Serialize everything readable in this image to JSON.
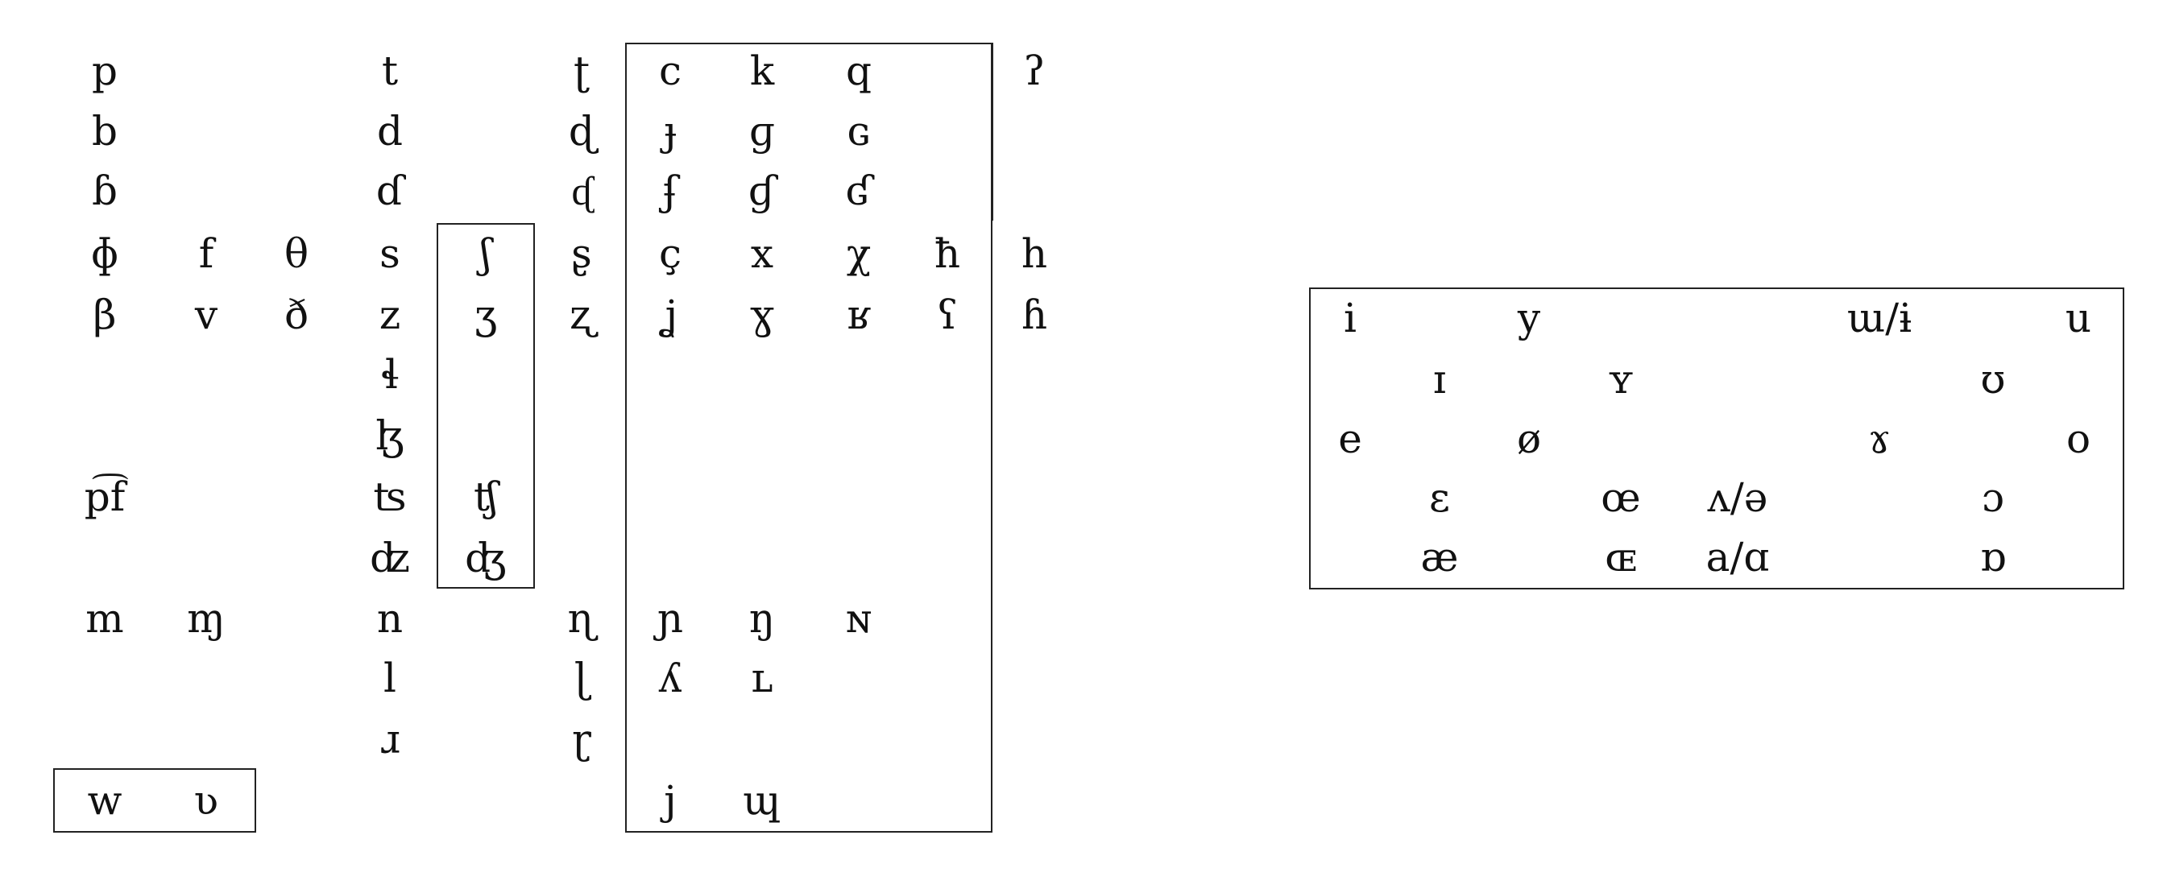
{
  "consonant_chart": {
    "rows": [
      {
        "cells": [
          "p",
          "",
          "",
          "t",
          "",
          "ʈ",
          "c",
          "k",
          "q",
          "",
          "ʔ"
        ]
      },
      {
        "cells": [
          "b",
          "",
          "",
          "d",
          "",
          "ɖ",
          "ɟ",
          "ɡ",
          "ɢ",
          "",
          ""
        ]
      },
      {
        "cells": [
          "ɓ",
          "",
          "",
          "ɗ",
          "",
          "ᶑ",
          "ʄ",
          "ɠ",
          "ʛ",
          "",
          ""
        ]
      },
      {
        "cells": [
          "ɸ",
          "f",
          "θ",
          "s",
          "ʃ",
          "ʂ",
          "ç",
          "x",
          "χ",
          "ħ",
          "h"
        ]
      },
      {
        "cells": [
          "β",
          "v",
          "ð",
          "z",
          "ʒ",
          "ʐ",
          "ʝ",
          "ɣ",
          "ʁ",
          "ʕ",
          "ɦ"
        ]
      },
      {
        "cells": [
          "",
          "",
          "",
          "ɬ",
          "",
          "",
          "",
          "",
          "",
          "",
          ""
        ]
      },
      {
        "cells": [
          "",
          "",
          "",
          "ɮ",
          "",
          "",
          "",
          "",
          "",
          "",
          ""
        ]
      },
      {
        "cells": [
          "p͡f",
          "",
          "",
          "ʦ",
          "ʧ",
          "",
          "",
          "",
          "",
          "",
          ""
        ]
      },
      {
        "cells": [
          "",
          "",
          "",
          "ʣ",
          "ʤ",
          "",
          "",
          "",
          "",
          "",
          ""
        ]
      },
      {
        "cells": [
          "m",
          "ɱ",
          "",
          "n",
          "",
          "ɳ",
          "ɲ",
          "ŋ",
          "ɴ",
          "",
          ""
        ]
      },
      {
        "cells": [
          "",
          "",
          "",
          "l",
          "",
          "ɭ",
          "ʎ",
          "ʟ",
          "",
          "",
          ""
        ]
      },
      {
        "cells": [
          "",
          "",
          "",
          "ɹ",
          "",
          "ɽ",
          "",
          "",
          "",
          "",
          ""
        ]
      },
      {
        "cells": [
          "w",
          "ʋ",
          "",
          "",
          "",
          "",
          "j",
          "ɰ",
          "",
          "",
          ""
        ]
      }
    ]
  },
  "vowel_chart": {
    "rows": [
      {
        "cells": [
          "i",
          "",
          "y",
          "",
          "ɯ/ɨ",
          "",
          "u"
        ]
      },
      {
        "cells": [
          "",
          "ɪ",
          "ʏ",
          "",
          "",
          "ʊ",
          ""
        ]
      },
      {
        "cells": [
          "e",
          "",
          "ø",
          "",
          "ɤ",
          "",
          "o"
        ]
      },
      {
        "cells": [
          "",
          "ɛ",
          "œ",
          "ʌ/ə",
          "",
          "ɔ",
          ""
        ]
      },
      {
        "cells": [
          "",
          "æ",
          "ɶ",
          "a/ɑ",
          "",
          "ɒ",
          ""
        ]
      }
    ]
  }
}
